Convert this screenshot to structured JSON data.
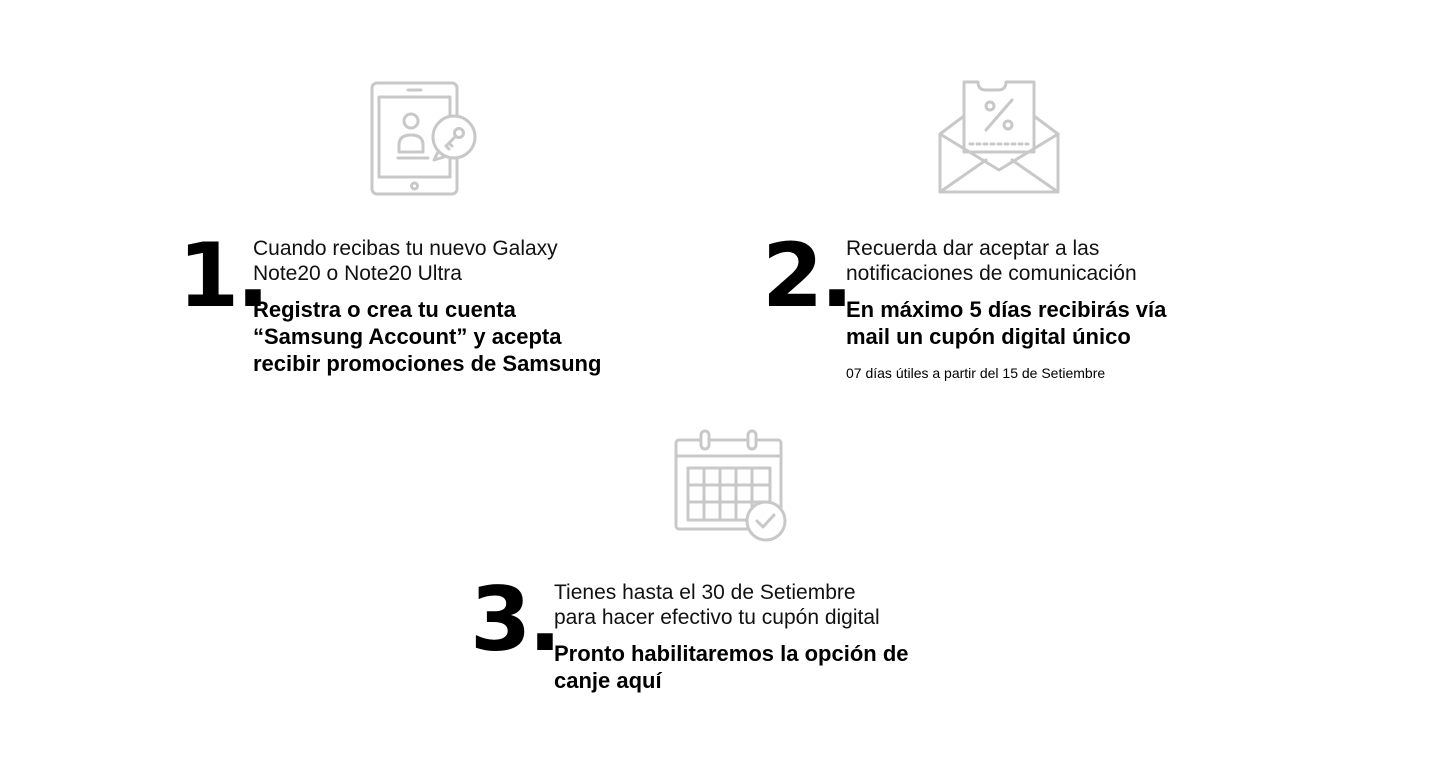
{
  "colors": {
    "icon_stroke": "#c8c8c8",
    "text": "#000000",
    "background": "#ffffff"
  },
  "icons": {
    "step1": "tablet-user-key-icon",
    "step2": "envelope-coupon-icon",
    "step3": "calendar-check-icon"
  },
  "steps": [
    {
      "number": "1.",
      "lead": "Cuando recibas tu nuevo Galaxy\nNote20 o Note20 Ultra",
      "bold": "Registra o crea tu cuenta\n“Samsung Account” y acepta\nrecibir promociones de Samsung"
    },
    {
      "number": "2.",
      "lead": "Recuerda dar aceptar a las\nnotificaciones de comunicación",
      "bold": "En máximo 5 días recibirás vía\nmail un cupón digital único",
      "note": "07 días útiles a partir del 15 de Setiembre"
    },
    {
      "number": "3.",
      "lead": "Tienes hasta el 30 de Setiembre\npara hacer efectivo tu cupón digital",
      "bold": "Pronto habilitaremos la opción de\ncanje aquí"
    }
  ]
}
